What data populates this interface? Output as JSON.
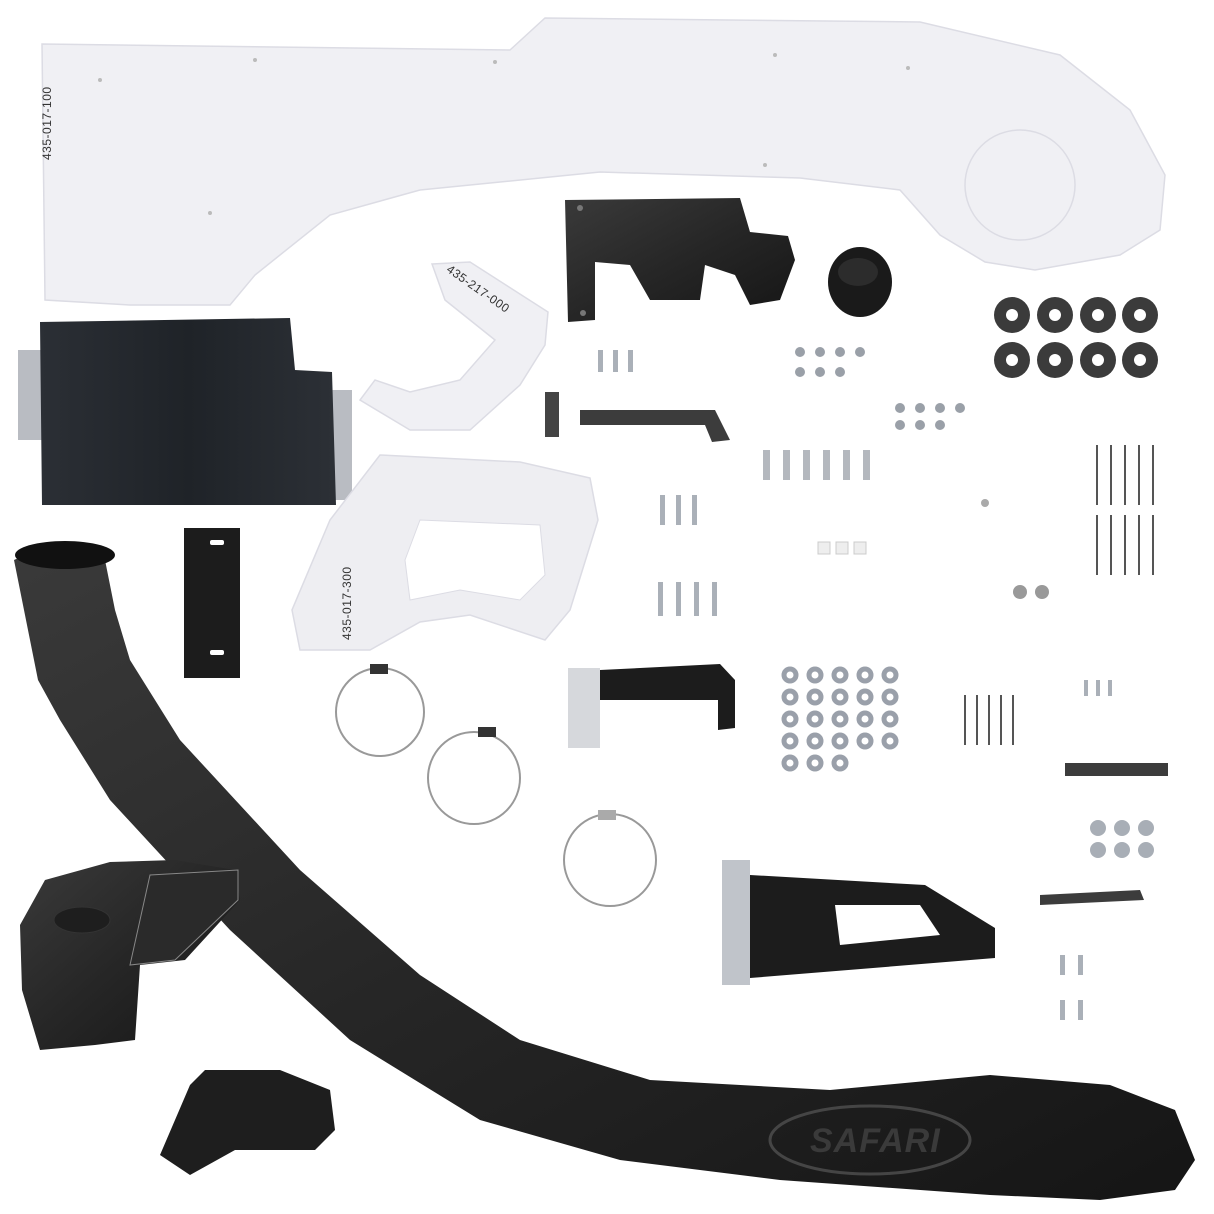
{
  "scene": {
    "type": "product-kit-layout",
    "background": "#ffffff",
    "description": "Snorkel kit components laid out flat on white background"
  },
  "labels": {
    "guard_large": "435-017-100",
    "guard_small": "435-217-000",
    "guard_mid": "435-017-300",
    "snorkel_logo": "SAFARI"
  },
  "components": {
    "snorkel_body": {
      "color": "#2a2a2a"
    },
    "air_ram_head": {
      "color": "#262626"
    },
    "lower_elbow": {
      "color": "#1e1e1e"
    },
    "plastic_guards": {
      "color": "#eeeef2"
    },
    "brackets": {
      "color": "#1c1c1c",
      "zinc": "#b9bcc2"
    },
    "hose_clamps": {
      "count": 3
    },
    "rubber_washers": {
      "count": 8
    },
    "rivets": {
      "count": 10
    },
    "flat_washers": {
      "count": 23
    },
    "spacers": {
      "count": 6
    }
  }
}
